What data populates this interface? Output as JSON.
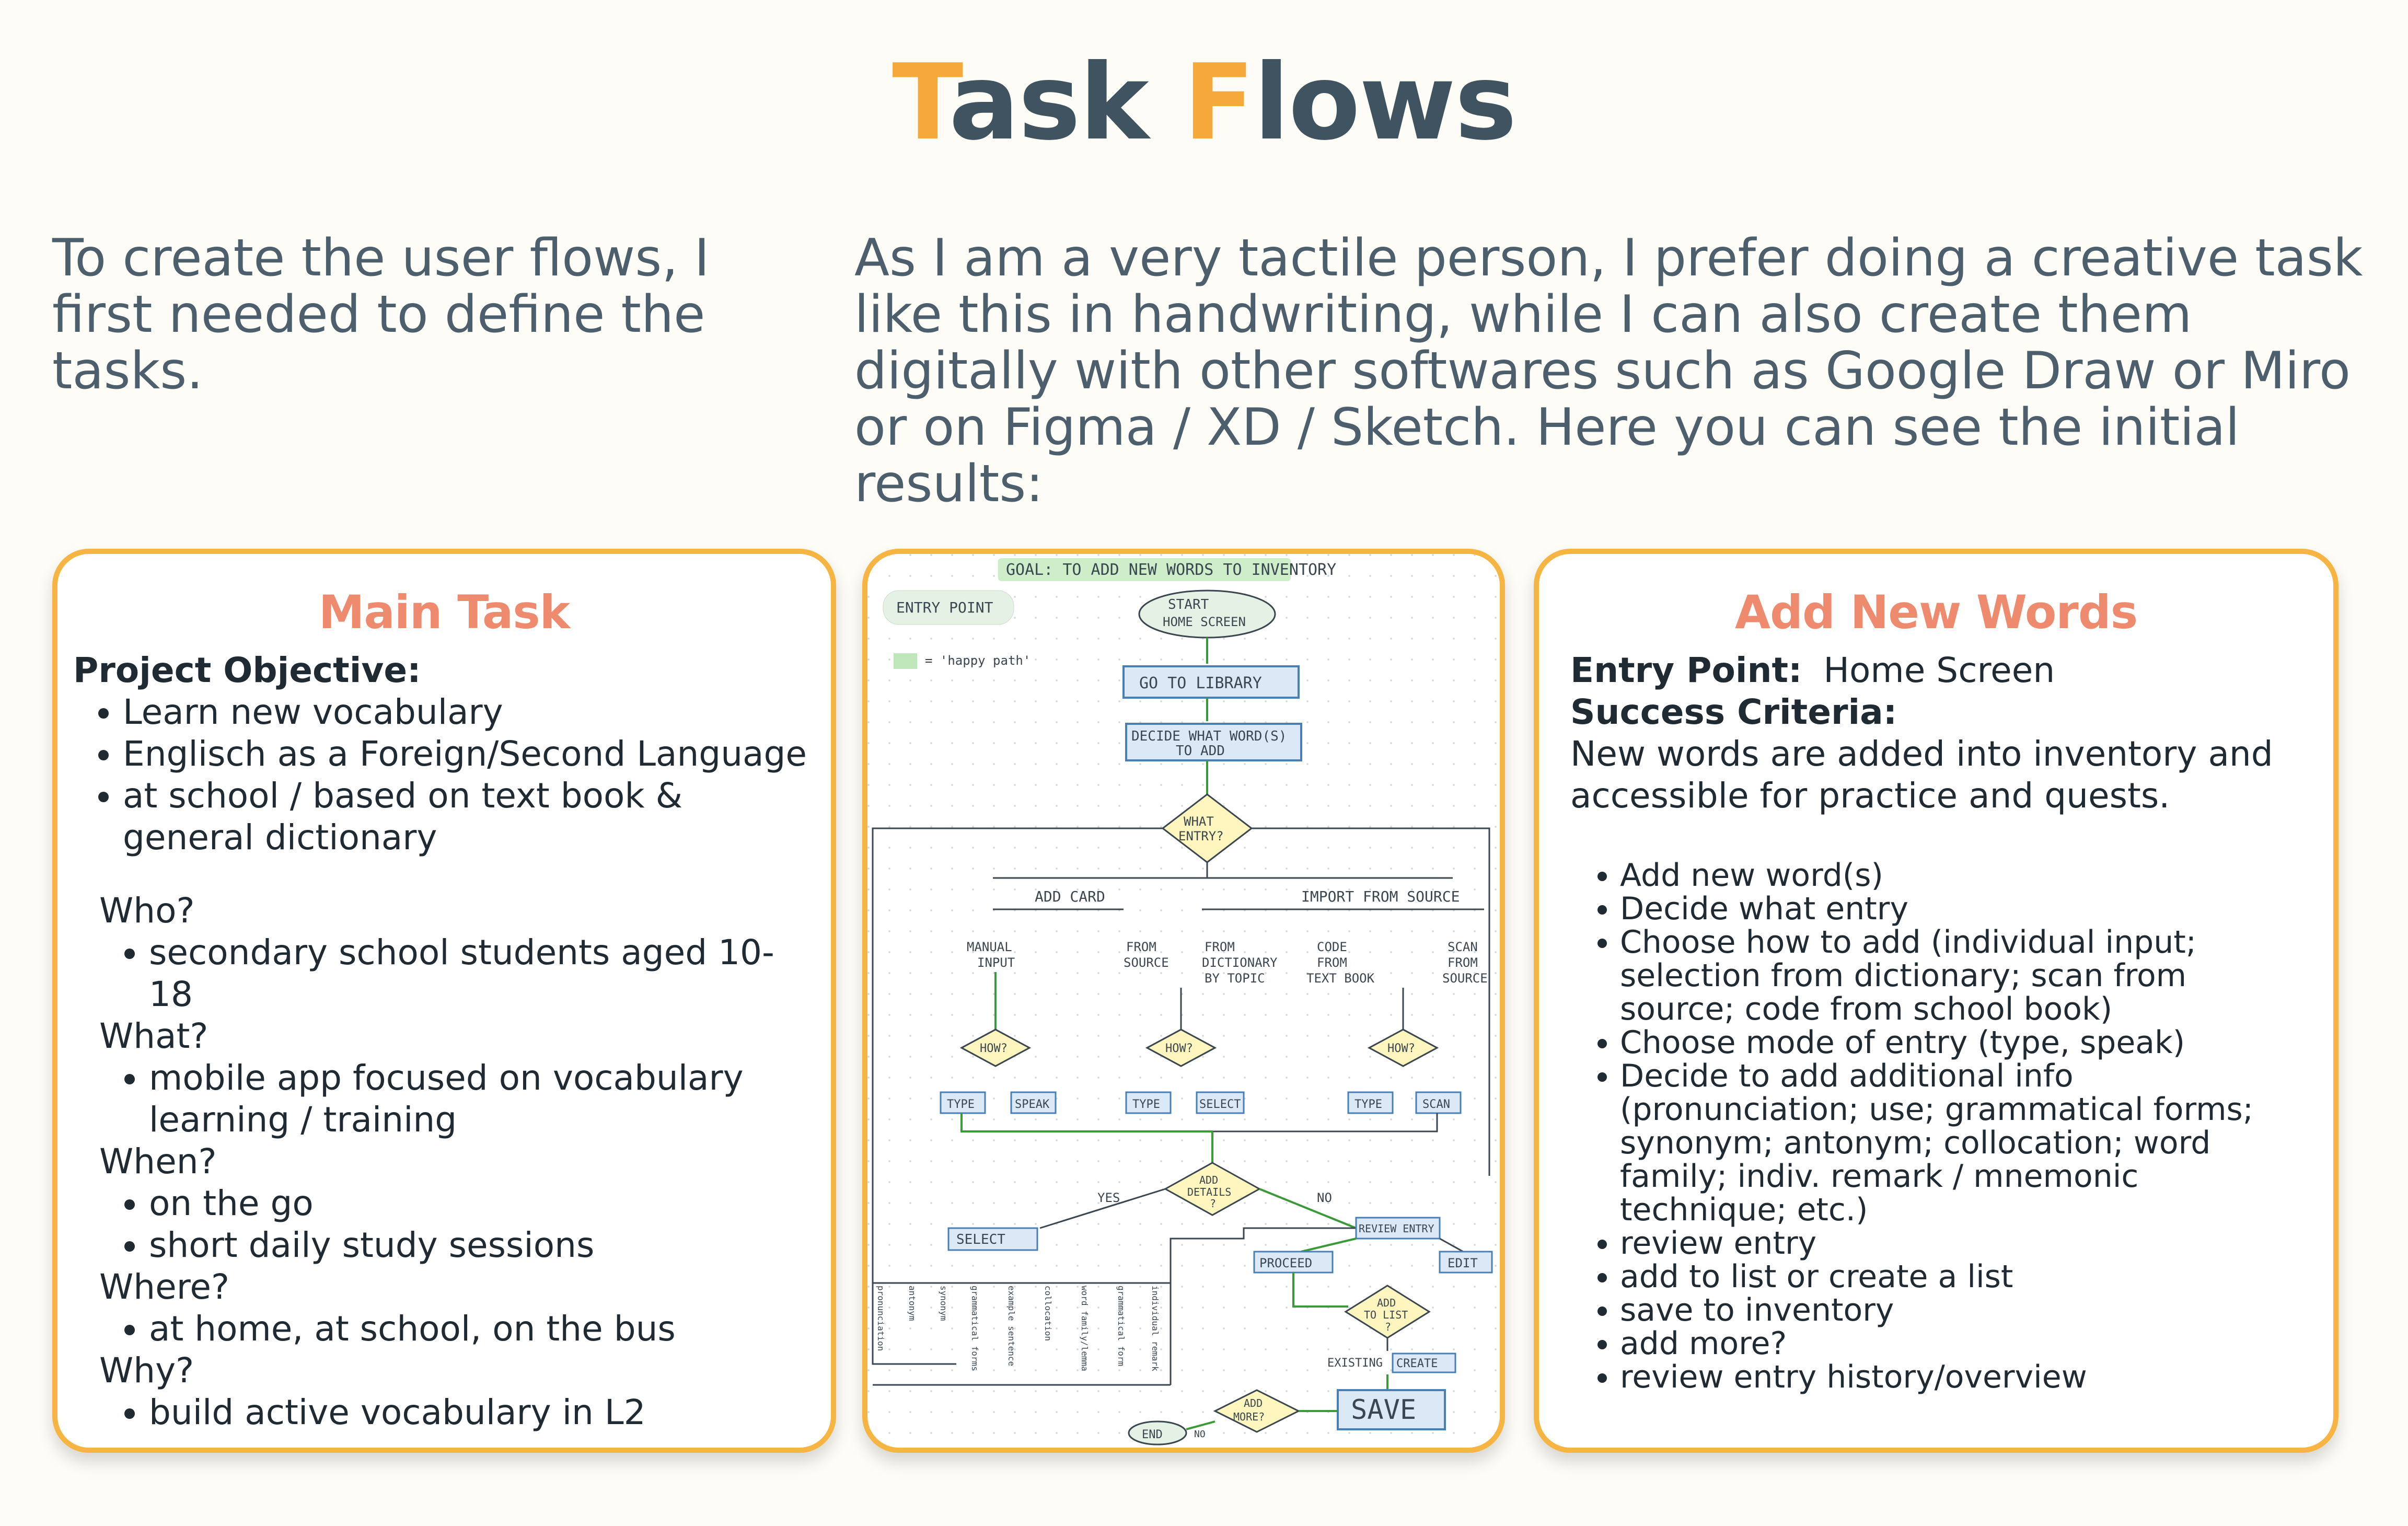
{
  "title": {
    "first_letter": "T",
    "first_rest": "ask ",
    "second_letter": "F",
    "second_rest": "lows"
  },
  "intro": {
    "left": "To create the user flows, I first needed to define the tasks.",
    "right": "As I am a very tactile person, I prefer doing a creative task like this in handwriting, while I can also create them digitally with other softwares such as Google Draw or Miro or on Figma / XD / Sketch. Here you can see the initial results:"
  },
  "main_task": {
    "title": "Main Task",
    "objective_heading": "Project Objective:",
    "objective_items": [
      "Learn new vocabulary",
      "Englisch as a Foreign/Second Language",
      "at school / based on text book & general dictionary"
    ],
    "who_heading": "Who?",
    "who_items": [
      "secondary school students aged 10-18"
    ],
    "what_heading": "What?",
    "what_items": [
      "mobile app focused on vocabulary learning / training"
    ],
    "when_heading": "When?",
    "when_items": [
      "on the go",
      "short daily study sessions"
    ],
    "where_heading": "Where?",
    "where_items": [
      "at home, at school, on the bus"
    ],
    "why_heading": "Why?",
    "why_items": [
      "build active vocabulary in L2"
    ]
  },
  "flowchart": {
    "goal": "GOAL: TO ADD NEW WORDS TO INVENTORY",
    "entry_point": "ENTRY POINT",
    "happy_path": "= 'happy path'",
    "start": [
      "START",
      "HOME SCREEN"
    ],
    "go_to_library": "GO TO LIBRARY",
    "decide_words": [
      "DECIDE WHAT WORD(S)",
      "TO ADD"
    ],
    "what_entry": [
      "WHAT",
      "ENTRY?"
    ],
    "add_card": "ADD CARD",
    "import_from_source": "IMPORT FROM SOURCE",
    "manual_input": [
      "MANUAL",
      "INPUT"
    ],
    "from_source": [
      "FROM",
      "SOURCE"
    ],
    "from_dictionary": [
      "FROM",
      "DICTIONARY",
      "BY TOPIC"
    ],
    "code_from_text_book": [
      "CODE",
      "FROM",
      "TEXT BOOK"
    ],
    "scan_from_source": [
      "SCAN",
      "FROM",
      "SOURCE"
    ],
    "how": "HOW?",
    "type": "TYPE",
    "speak": "SPEAK",
    "select": "SELECT",
    "scan": "SCAN",
    "add_details": [
      "ADD",
      "DETAILS",
      "?"
    ],
    "yes": "YES",
    "no": "NO",
    "select_box": "SELECT",
    "review_entry": "REVIEW ENTRY",
    "proceed": "PROCEED",
    "edit": "EDIT",
    "add_to_list": [
      "ADD",
      "TO LIST",
      "?"
    ],
    "existing": "EXISTING",
    "create": "CREATE",
    "save": "SAVE",
    "add_more": [
      "ADD",
      "MORE?"
    ],
    "end": "END",
    "detail_options": [
      "pronunciation",
      "antonym",
      "synonym",
      "grammatical forms",
      "example sentence",
      "collocation",
      "word family/lemma",
      "grammatical form",
      "individual remark"
    ]
  },
  "add_new_words": {
    "title": "Add New Words",
    "entry_label": "Entry Point:",
    "entry_value": "Home Screen",
    "success_label": "Success Criteria:",
    "success_text": "New words are added into inventory and accessible for practice and quests.",
    "steps": [
      "Add new word(s)",
      "Decide what entry",
      "Choose how to add (individual input; selection from dictionary; scan from source; code from school book)",
      "Choose mode of entry (type, speak)",
      "Decide to add additional info (pronunciation; use; grammatical forms; synonym; antonym; collocation; word family; indiv. remark / mnemonic technique; etc.)",
      "review entry",
      "add to list or create a list",
      "save to inventory",
      "add more?",
      "review entry history/overview"
    ]
  },
  "colors": {
    "accent": "#f4a93a",
    "title": "#3f5360",
    "card_title": "#ee8a6e",
    "happy_path": "#3a9a3a",
    "box": "#4a7fb5"
  }
}
